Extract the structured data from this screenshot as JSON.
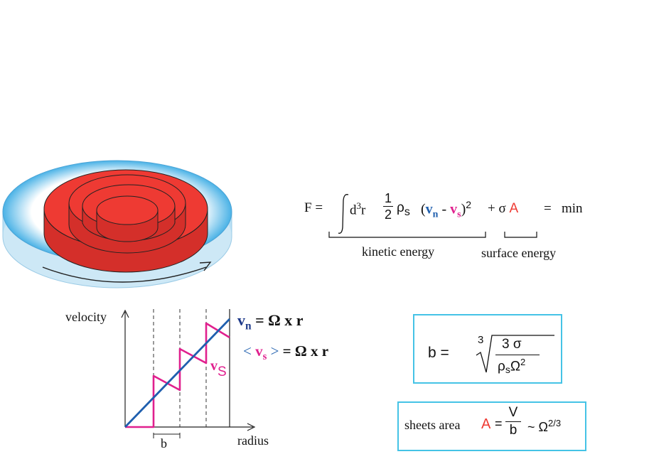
{
  "colors": {
    "red": "#ee3a33",
    "cyan": "#45c3e6",
    "blue": "#1f5fae",
    "magenta": "#e0208e",
    "navy": "#1e3a8a",
    "light_cyan": "#cce9f7"
  },
  "equation": {
    "F": "F",
    "eq": "=",
    "d3r_d": "d",
    "d3r_exp": "3",
    "d3r_r": "r",
    "half_num": "1",
    "half_den": "2",
    "rho": "ρ",
    "rho_sub": "s",
    "open": "(",
    "vn": "v",
    "vn_sub": "n",
    "minus": "-",
    "vs": "v",
    "vs_sub": "s",
    "close": ")",
    "square": "2",
    "plus": "+",
    "sigma": "σ",
    "A": "A",
    "eq2": "=",
    "min": "min",
    "kinetic_label": "kinetic energy",
    "surface_label": "surface energy"
  },
  "plot": {
    "y_axis_label": "velocity",
    "x_axis_label": "radius",
    "b_label": "b",
    "vs_label": "v",
    "vs_label_sub": "S"
  },
  "vn_formula": {
    "v": "v",
    "sub": "n",
    "rhs": "= Ω x r"
  },
  "vs_avg_formula": {
    "lt": "<",
    "v": "v",
    "sub": "s",
    "gt": ">",
    "rhs": "= Ω x r"
  },
  "b_formula": {
    "b": "b =",
    "root_index": "3",
    "num": "3 σ",
    "den_rho": "ρ",
    "den_sub": "s",
    "den_omega": "Ω",
    "den_exp": "2"
  },
  "area_formula": {
    "prefix": "sheets area",
    "A": "A",
    "eq": "=",
    "num": "V",
    "den": "b",
    "tilde": "~",
    "omega": "Ω",
    "exp": "2/3"
  }
}
